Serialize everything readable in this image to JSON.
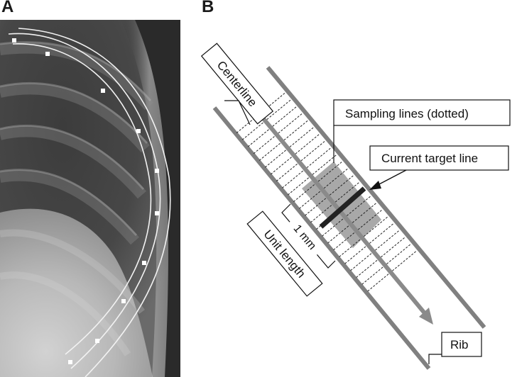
{
  "panels": {
    "a_label": "A",
    "b_label": "B"
  },
  "diagram": {
    "centerline_label": "Centerline",
    "sampling_label": "Sampling lines (dotted)",
    "target_label": "Current target line",
    "mm_label": "1 mm",
    "unit_label": "Unit length",
    "rib_label": "Rib"
  },
  "colors": {
    "rib_border": "#808080",
    "highlight": "#a8a8a8",
    "target_line": "#222222",
    "centerline": "#8a8a8a"
  }
}
